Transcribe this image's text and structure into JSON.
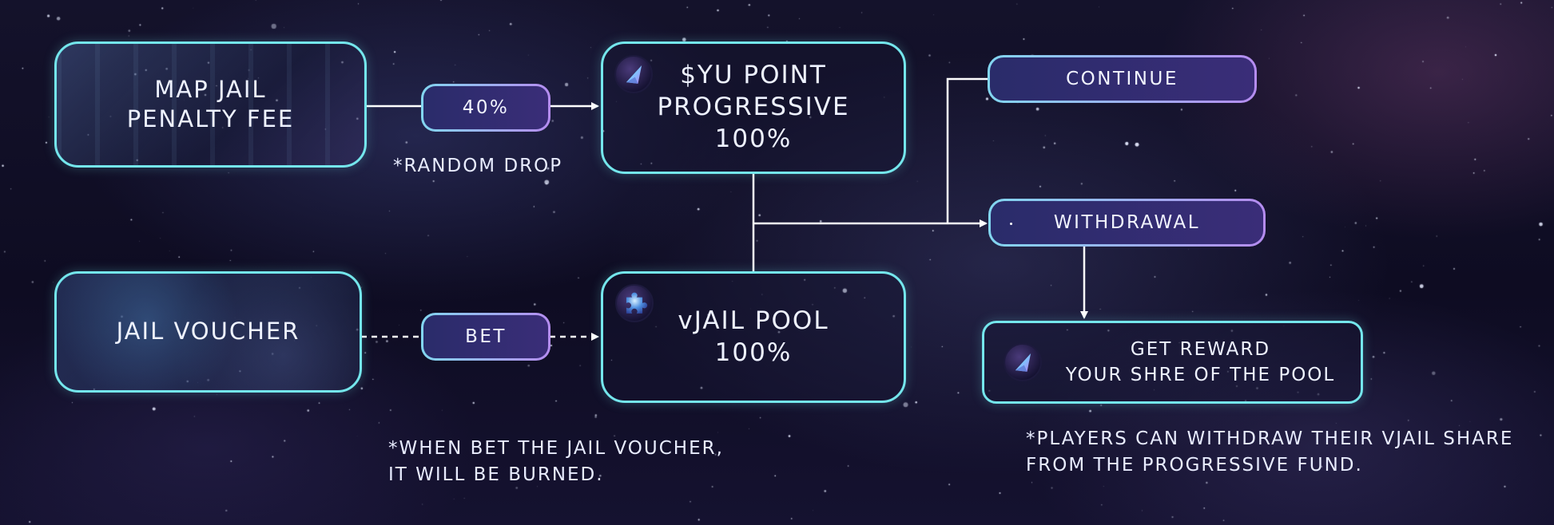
{
  "nodes": {
    "map_jail": {
      "label": "MAP JAIL\nPENALTY FEE"
    },
    "jail_voucher": {
      "label": "JAIL VOUCHER"
    },
    "yu_point": {
      "label": "$YU POINT\nPROGRESSIVE\n100%"
    },
    "vjail_pool": {
      "label": "vJAIL POOL\n100%"
    },
    "continue": {
      "label": "CONTINUE"
    },
    "withdrawal": {
      "label": "WITHDRAWAL"
    },
    "get_reward": {
      "label": "GET REWARD\nYOUR SHRE OF THE POOL"
    }
  },
  "edges": {
    "pct": {
      "label": "40%"
    },
    "bet": {
      "label": "BET"
    }
  },
  "notes": {
    "random_drop": "*RANDOM DROP",
    "burn": "*WHEN BET THE JAIL VOUCHER,\nIT WILL BE BURNED.",
    "withdraw": "*PLAYERS CAN WITHDRAW THEIR VJAIL SHARE\nFROM THE PROGRESSIVE FUND."
  },
  "icons": {
    "yu_point": "triangle-gem-icon",
    "vjail_pool": "puzzle-gem-icon",
    "get_reward": "triangle-gem-icon"
  },
  "colors": {
    "node_border": "#74e6ec",
    "pill_gradient_start": "#82d6f0",
    "pill_gradient_end": "#b58cf0",
    "connector": "#ffffff",
    "background": "#14122b"
  }
}
